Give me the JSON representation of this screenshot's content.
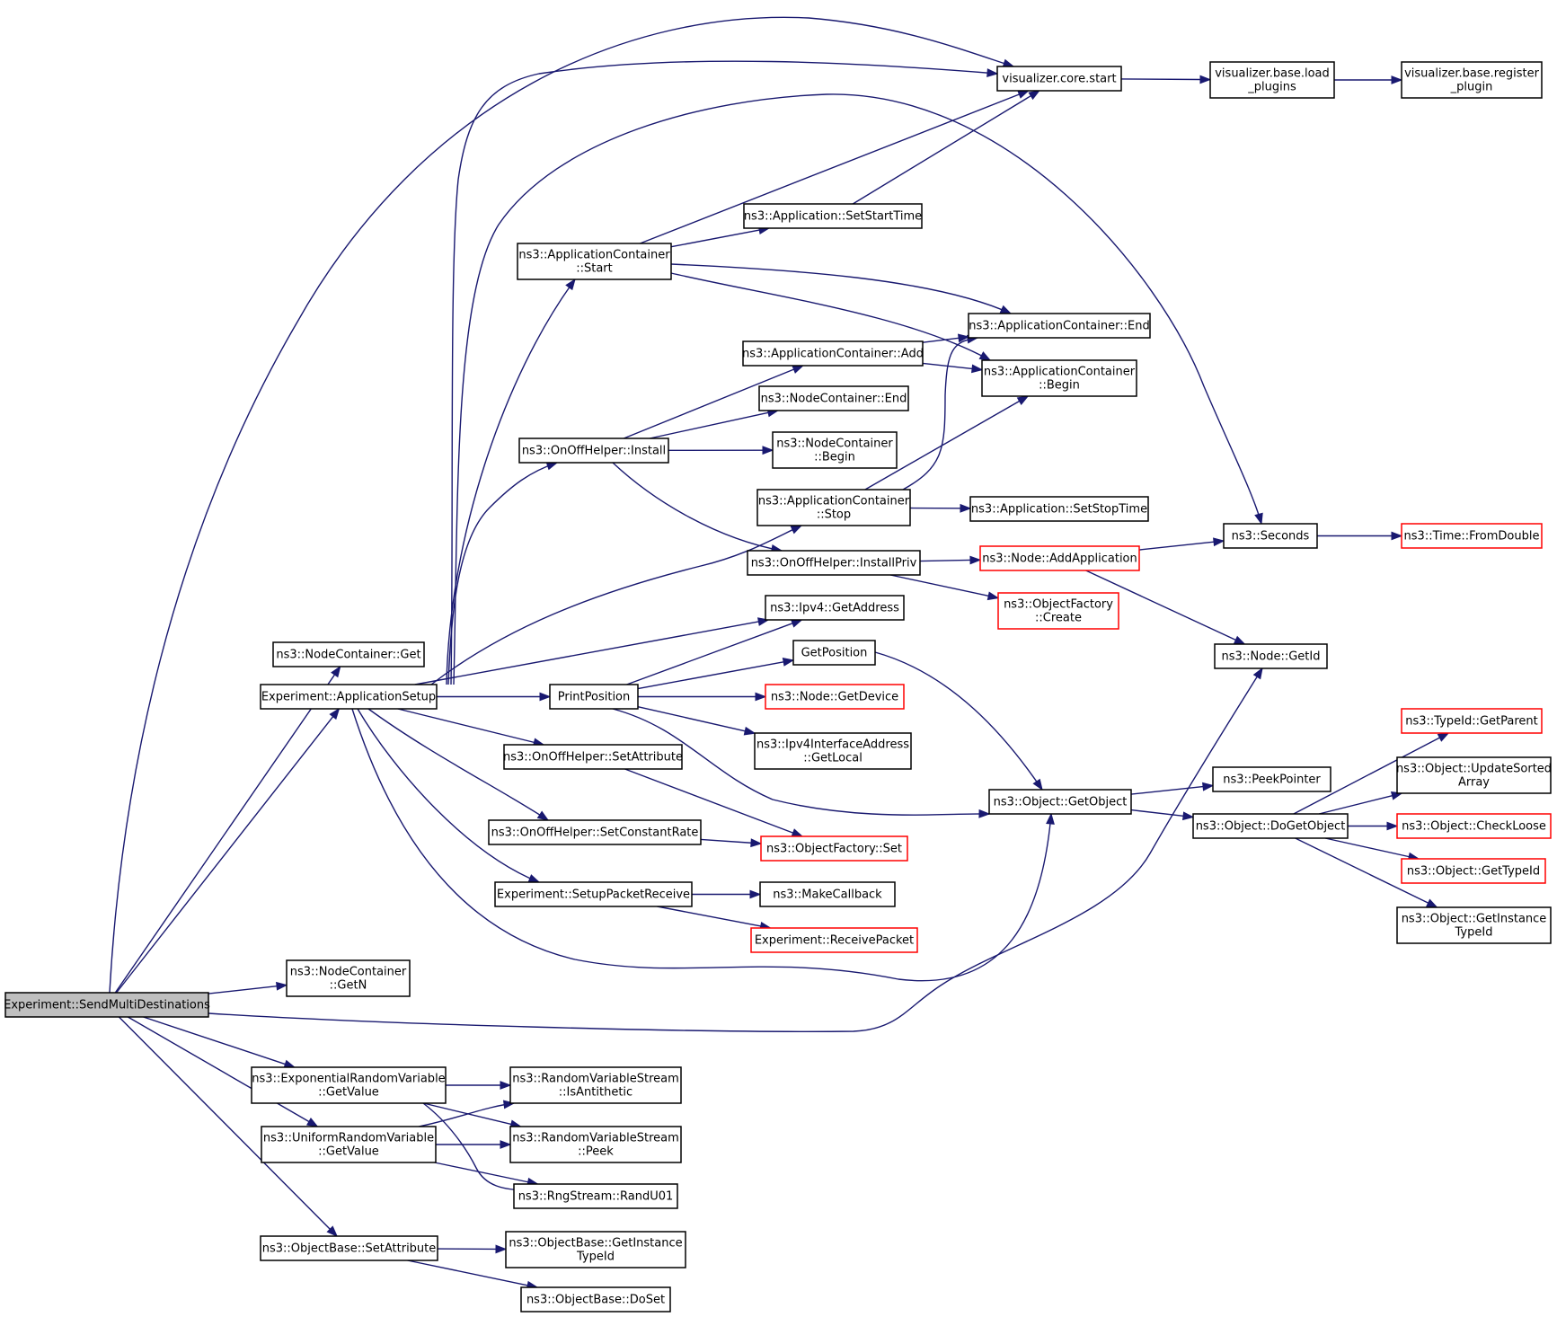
{
  "nodes": [
    {
      "id": "root",
      "lines": [
        "Experiment::SendMultiDestinations"
      ],
      "style": "root"
    },
    {
      "id": "ncget",
      "lines": [
        "ns3::NodeContainer::Get"
      ]
    },
    {
      "id": "appsetup",
      "lines": [
        "Experiment::ApplicationSetup"
      ]
    },
    {
      "id": "ncgetn",
      "lines": [
        "ns3::NodeContainer",
        "::GetN"
      ]
    },
    {
      "id": "expgetvalue",
      "lines": [
        "ns3::ExponentialRandomVariable",
        "::GetValue"
      ]
    },
    {
      "id": "unigetvalue",
      "lines": [
        "ns3::UniformRandomVariable",
        "::GetValue"
      ]
    },
    {
      "id": "obsetattr",
      "lines": [
        "ns3::ObjectBase::SetAttribute"
      ]
    },
    {
      "id": "vizstart",
      "lines": [
        "visualizer.core.start"
      ]
    },
    {
      "id": "vizload",
      "lines": [
        "visualizer.base.load",
        "_plugins"
      ]
    },
    {
      "id": "vizreg",
      "lines": [
        "visualizer.base.register",
        "_plugin"
      ]
    },
    {
      "id": "appsetstart",
      "lines": [
        "ns3::Application::SetStartTime"
      ]
    },
    {
      "id": "acstart",
      "lines": [
        "ns3::ApplicationContainer",
        "::Start"
      ]
    },
    {
      "id": "acend",
      "lines": [
        "ns3::ApplicationContainer::End"
      ]
    },
    {
      "id": "acadd",
      "lines": [
        "ns3::ApplicationContainer::Add"
      ]
    },
    {
      "id": "acbegin",
      "lines": [
        "ns3::ApplicationContainer",
        "::Begin"
      ]
    },
    {
      "id": "ncend",
      "lines": [
        "ns3::NodeContainer::End"
      ]
    },
    {
      "id": "ooinstall",
      "lines": [
        "ns3::OnOffHelper::Install"
      ]
    },
    {
      "id": "ncbegin",
      "lines": [
        "ns3::NodeContainer",
        "::Begin"
      ]
    },
    {
      "id": "acstop",
      "lines": [
        "ns3::ApplicationContainer",
        "::Stop"
      ]
    },
    {
      "id": "appsetstop",
      "lines": [
        "ns3::Application::SetStopTime"
      ]
    },
    {
      "id": "ooinstallpriv",
      "lines": [
        "ns3::OnOffHelper::InstallPriv"
      ]
    },
    {
      "id": "nodeaddapp",
      "lines": [
        "ns3::Node::AddApplication"
      ],
      "style": "trunc"
    },
    {
      "id": "seconds",
      "lines": [
        "ns3::Seconds"
      ]
    },
    {
      "id": "fromdouble",
      "lines": [
        "ns3::Time::FromDouble"
      ],
      "style": "trunc"
    },
    {
      "id": "ofcreate",
      "lines": [
        "ns3::ObjectFactory",
        "::Create"
      ],
      "style": "trunc"
    },
    {
      "id": "ipv4getaddr",
      "lines": [
        "ns3::Ipv4::GetAddress"
      ]
    },
    {
      "id": "getposition",
      "lines": [
        "GetPosition"
      ]
    },
    {
      "id": "printposition",
      "lines": [
        "PrintPosition"
      ]
    },
    {
      "id": "nodegetdevice",
      "lines": [
        "ns3::Node::GetDevice"
      ],
      "style": "trunc"
    },
    {
      "id": "ipv4ifgetlocal",
      "lines": [
        "ns3::Ipv4InterfaceAddress",
        "::GetLocal"
      ]
    },
    {
      "id": "nodegetid",
      "lines": [
        "ns3::Node::GetId"
      ]
    },
    {
      "id": "oosetattr",
      "lines": [
        "ns3::OnOffHelper::SetAttribute"
      ]
    },
    {
      "id": "oosetconst",
      "lines": [
        "ns3::OnOffHelper::SetConstantRate"
      ]
    },
    {
      "id": "ofset",
      "lines": [
        "ns3::ObjectFactory::Set"
      ],
      "style": "trunc"
    },
    {
      "id": "objgetobject",
      "lines": [
        "ns3::Object::GetObject"
      ]
    },
    {
      "id": "peekpointer",
      "lines": [
        "ns3::PeekPointer"
      ]
    },
    {
      "id": "objdoget",
      "lines": [
        "ns3::Object::DoGetObject"
      ]
    },
    {
      "id": "typeidgetparent",
      "lines": [
        "ns3::TypeId::GetParent"
      ],
      "style": "trunc"
    },
    {
      "id": "objupdsorted",
      "lines": [
        "ns3::Object::UpdateSorted",
        "Array"
      ]
    },
    {
      "id": "objcheckloose",
      "lines": [
        "ns3::Object::CheckLoose"
      ],
      "style": "trunc"
    },
    {
      "id": "objgettypeid",
      "lines": [
        "ns3::Object::GetTypeId"
      ],
      "style": "trunc"
    },
    {
      "id": "objgetinsttypeid",
      "lines": [
        "ns3::Object::GetInstance",
        "TypeId"
      ]
    },
    {
      "id": "setuppacketrecv",
      "lines": [
        "Experiment::SetupPacketReceive"
      ]
    },
    {
      "id": "makecallback",
      "lines": [
        "ns3::MakeCallback"
      ]
    },
    {
      "id": "recvpacket",
      "lines": [
        "Experiment::ReceivePacket"
      ],
      "style": "trunc"
    },
    {
      "id": "rvsisanti",
      "lines": [
        "ns3::RandomVariableStream",
        "::IsAntithetic"
      ]
    },
    {
      "id": "rvspeek",
      "lines": [
        "ns3::RandomVariableStream",
        "::Peek"
      ]
    },
    {
      "id": "rngrandu01",
      "lines": [
        "ns3::RngStream::RandU01"
      ]
    },
    {
      "id": "obgetinsttypeid",
      "lines": [
        "ns3::ObjectBase::GetInstance",
        "TypeId"
      ]
    },
    {
      "id": "obdoset",
      "lines": [
        "ns3::ObjectBase::DoSet"
      ]
    }
  ],
  "edges": [
    [
      "root",
      "vizstart"
    ],
    [
      "root",
      "ncget"
    ],
    [
      "root",
      "appsetup"
    ],
    [
      "root",
      "ncgetn"
    ],
    [
      "root",
      "nodegetid"
    ],
    [
      "root",
      "expgetvalue"
    ],
    [
      "root",
      "unigetvalue"
    ],
    [
      "root",
      "obsetattr"
    ],
    [
      "appsetup",
      "vizstart"
    ],
    [
      "appsetup",
      "seconds"
    ],
    [
      "appsetup",
      "acstart"
    ],
    [
      "appsetup",
      "ooinstall"
    ],
    [
      "appsetup",
      "acstop"
    ],
    [
      "appsetup",
      "ipv4getaddr"
    ],
    [
      "appsetup",
      "printposition"
    ],
    [
      "appsetup",
      "oosetattr"
    ],
    [
      "appsetup",
      "oosetconst"
    ],
    [
      "appsetup",
      "setuppacketrecv"
    ],
    [
      "appsetup",
      "objgetobject"
    ],
    [
      "vizstart",
      "vizload"
    ],
    [
      "vizload",
      "vizreg"
    ],
    [
      "acstart",
      "vizstart"
    ],
    [
      "acstart",
      "appsetstart"
    ],
    [
      "acstart",
      "acend"
    ],
    [
      "acstart",
      "acbegin"
    ],
    [
      "appsetstart",
      "vizstart"
    ],
    [
      "acadd",
      "acend"
    ],
    [
      "acadd",
      "acbegin"
    ],
    [
      "ooinstall",
      "acadd"
    ],
    [
      "ooinstall",
      "ncend"
    ],
    [
      "ooinstall",
      "ncbegin"
    ],
    [
      "ooinstall",
      "ooinstallpriv"
    ],
    [
      "acstop",
      "acend"
    ],
    [
      "acstop",
      "acbegin"
    ],
    [
      "acstop",
      "appsetstop"
    ],
    [
      "ooinstallpriv",
      "nodeaddapp"
    ],
    [
      "ooinstallpriv",
      "ofcreate"
    ],
    [
      "nodeaddapp",
      "seconds"
    ],
    [
      "nodeaddapp",
      "nodegetid"
    ],
    [
      "seconds",
      "fromdouble"
    ],
    [
      "printposition",
      "ipv4getaddr"
    ],
    [
      "printposition",
      "getposition"
    ],
    [
      "printposition",
      "nodegetdevice"
    ],
    [
      "printposition",
      "ipv4ifgetlocal"
    ],
    [
      "printposition",
      "objgetobject"
    ],
    [
      "getposition",
      "objgetobject"
    ],
    [
      "oosetattr",
      "ofset"
    ],
    [
      "oosetconst",
      "ofset"
    ],
    [
      "setuppacketrecv",
      "makecallback"
    ],
    [
      "setuppacketrecv",
      "recvpacket"
    ],
    [
      "objgetobject",
      "peekpointer"
    ],
    [
      "objgetobject",
      "objdoget"
    ],
    [
      "objdoget",
      "typeidgetparent"
    ],
    [
      "objdoget",
      "objupdsorted"
    ],
    [
      "objdoget",
      "objcheckloose"
    ],
    [
      "objdoget",
      "objgettypeid"
    ],
    [
      "objdoget",
      "objgetinsttypeid"
    ],
    [
      "expgetvalue",
      "rvsisanti"
    ],
    [
      "expgetvalue",
      "rvspeek"
    ],
    [
      "expgetvalue",
      "rngrandu01"
    ],
    [
      "unigetvalue",
      "rvsisanti"
    ],
    [
      "unigetvalue",
      "rvspeek"
    ],
    [
      "unigetvalue",
      "rngrandu01"
    ],
    [
      "obsetattr",
      "obgetinsttypeid"
    ],
    [
      "obsetattr",
      "obdoset"
    ]
  ],
  "colors": {
    "edge": "#191970",
    "node_border": "#000000",
    "truncated_border": "#ff0000",
    "root_fill": "#bfbfbf"
  }
}
